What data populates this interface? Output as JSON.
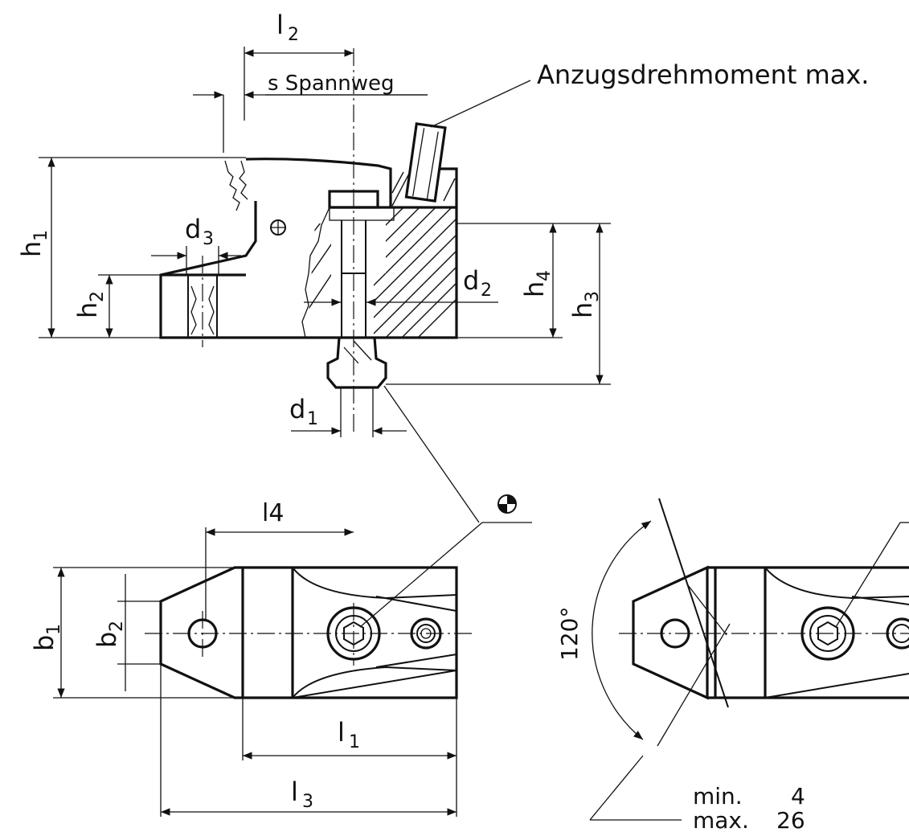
{
  "labels": {
    "torque": "Anzugsdrehmoment max.",
    "stroke": "s  Spannweg",
    "l2": "l",
    "l2_sub": "2",
    "h1": "h",
    "h1_sub": "1",
    "h2": "h",
    "h2_sub": "2",
    "d3": "d",
    "d3_sub": "3",
    "d2": "d",
    "d2_sub": "2",
    "h4": "h",
    "h4_sub": "4",
    "h3": "h",
    "h3_sub": "3",
    "d1": "d",
    "d1_sub": "1",
    "l4": "l4",
    "b1": "b",
    "b1_sub": "1",
    "b2": "b",
    "b2_sub": "2",
    "l1": "l",
    "l1_sub": "1",
    "l3": "l",
    "l3_sub": "3",
    "angle": "120°",
    "min_label": "min.",
    "min_value": "4",
    "max_label": "max.",
    "max_value": "26"
  }
}
